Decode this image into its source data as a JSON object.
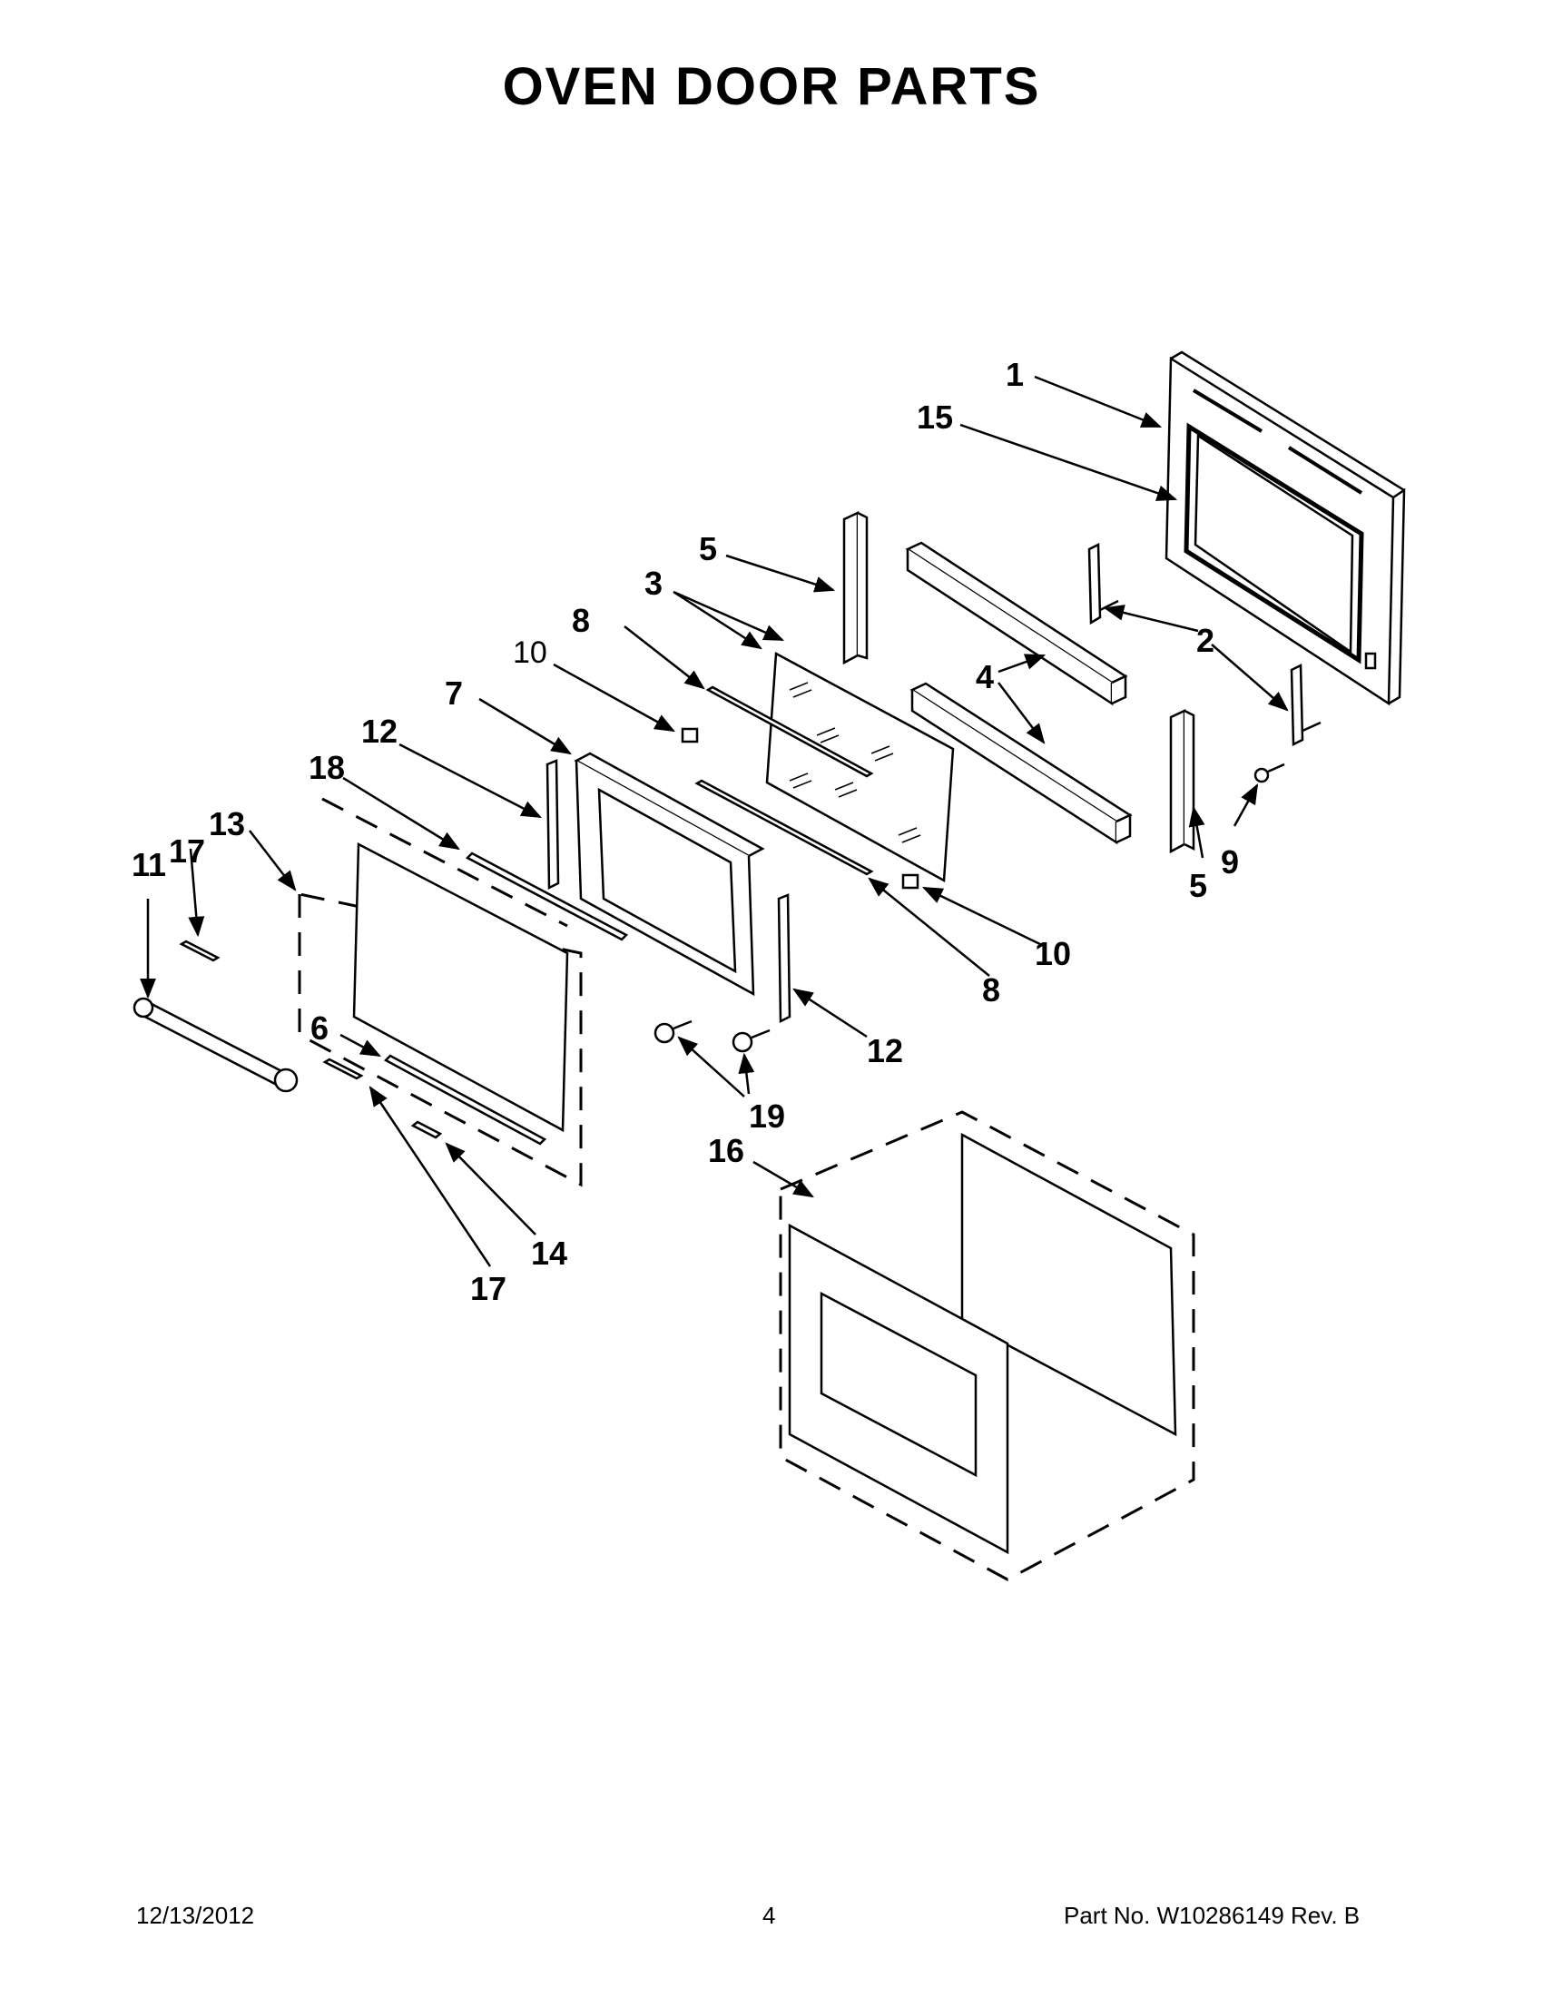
{
  "title": "OVEN DOOR PARTS",
  "callouts": {
    "c1": "1",
    "c15": "15",
    "c5a": "5",
    "c3": "3",
    "c2": "2",
    "c8a": "8",
    "c4": "4",
    "c10a": "10",
    "c7": "7",
    "c12a": "12",
    "c18": "18",
    "c13": "13",
    "c11": "11",
    "c17a": "17",
    "c9": "9",
    "c5b": "5",
    "c10b": "10",
    "c8b": "8",
    "c6": "6",
    "c12b": "12",
    "c19": "19",
    "c16": "16",
    "c14": "14",
    "c17b": "17"
  },
  "footer": {
    "date": "12/13/2012",
    "page": "4",
    "part_number": "Part No.  W10286149  Rev.  B"
  },
  "colors": {
    "ink": "#000000",
    "paper": "#ffffff"
  }
}
